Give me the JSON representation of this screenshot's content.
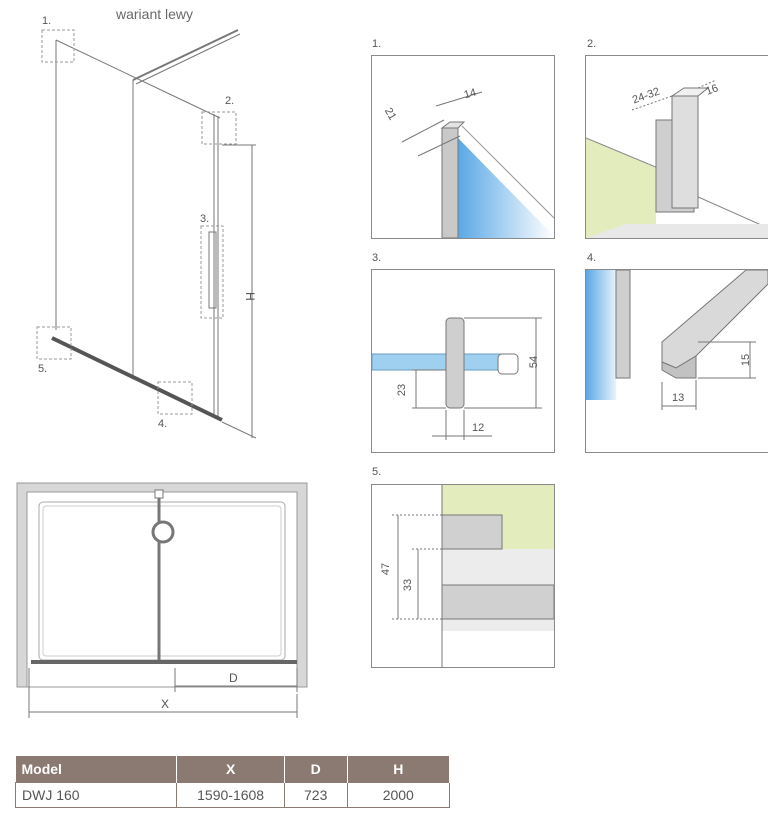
{
  "drawing": {
    "variant_title": "wariant lewy",
    "callouts": {
      "c1": "1.",
      "c2": "2.",
      "c3": "3.",
      "c4": "4.",
      "c5": "5."
    },
    "dim_H": "H"
  },
  "plan": {
    "dim_D": "D",
    "dim_X": "X"
  },
  "details": [
    {
      "label": "1.",
      "dims": [
        "21",
        "14"
      ]
    },
    {
      "label": "2.",
      "dims": [
        "24-32",
        "16"
      ]
    },
    {
      "label": "3.",
      "dims": [
        "54",
        "23",
        "12"
      ]
    },
    {
      "label": "4.",
      "dims": [
        "15",
        "13"
      ]
    },
    {
      "label": "5.",
      "dims": [
        "47",
        "33"
      ]
    }
  ],
  "table": {
    "headers": [
      "Model",
      "X",
      "D",
      "H"
    ],
    "rows": [
      [
        "DWJ 160",
        "1590-1608",
        "723",
        "2000"
      ]
    ]
  }
}
